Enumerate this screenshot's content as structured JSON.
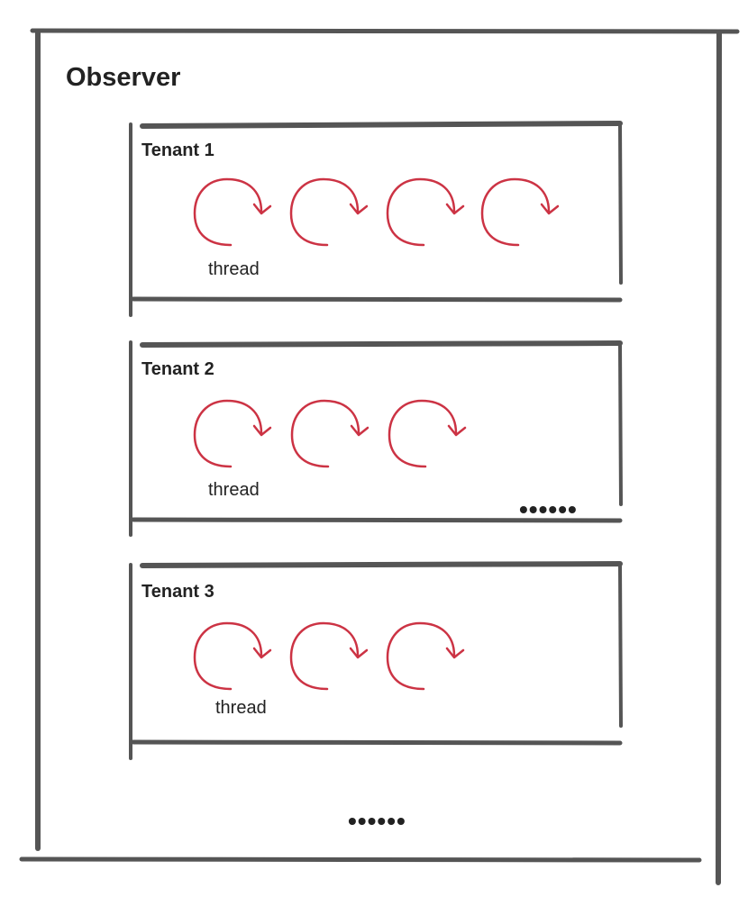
{
  "observer": {
    "title": "Observer",
    "more_indicator": "••••••"
  },
  "tenants": [
    {
      "title": "Tenant 1",
      "thread_label": "thread",
      "thread_count": 4,
      "more_indicator": ""
    },
    {
      "title": "Tenant 2",
      "thread_label": "thread",
      "thread_count": 3,
      "more_indicator": "••••••"
    },
    {
      "title": "Tenant 3",
      "thread_label": "thread",
      "thread_count": 3,
      "more_indicator": ""
    }
  ],
  "colors": {
    "stroke": "#555555",
    "thread": "#cc3344",
    "text": "#222222"
  }
}
